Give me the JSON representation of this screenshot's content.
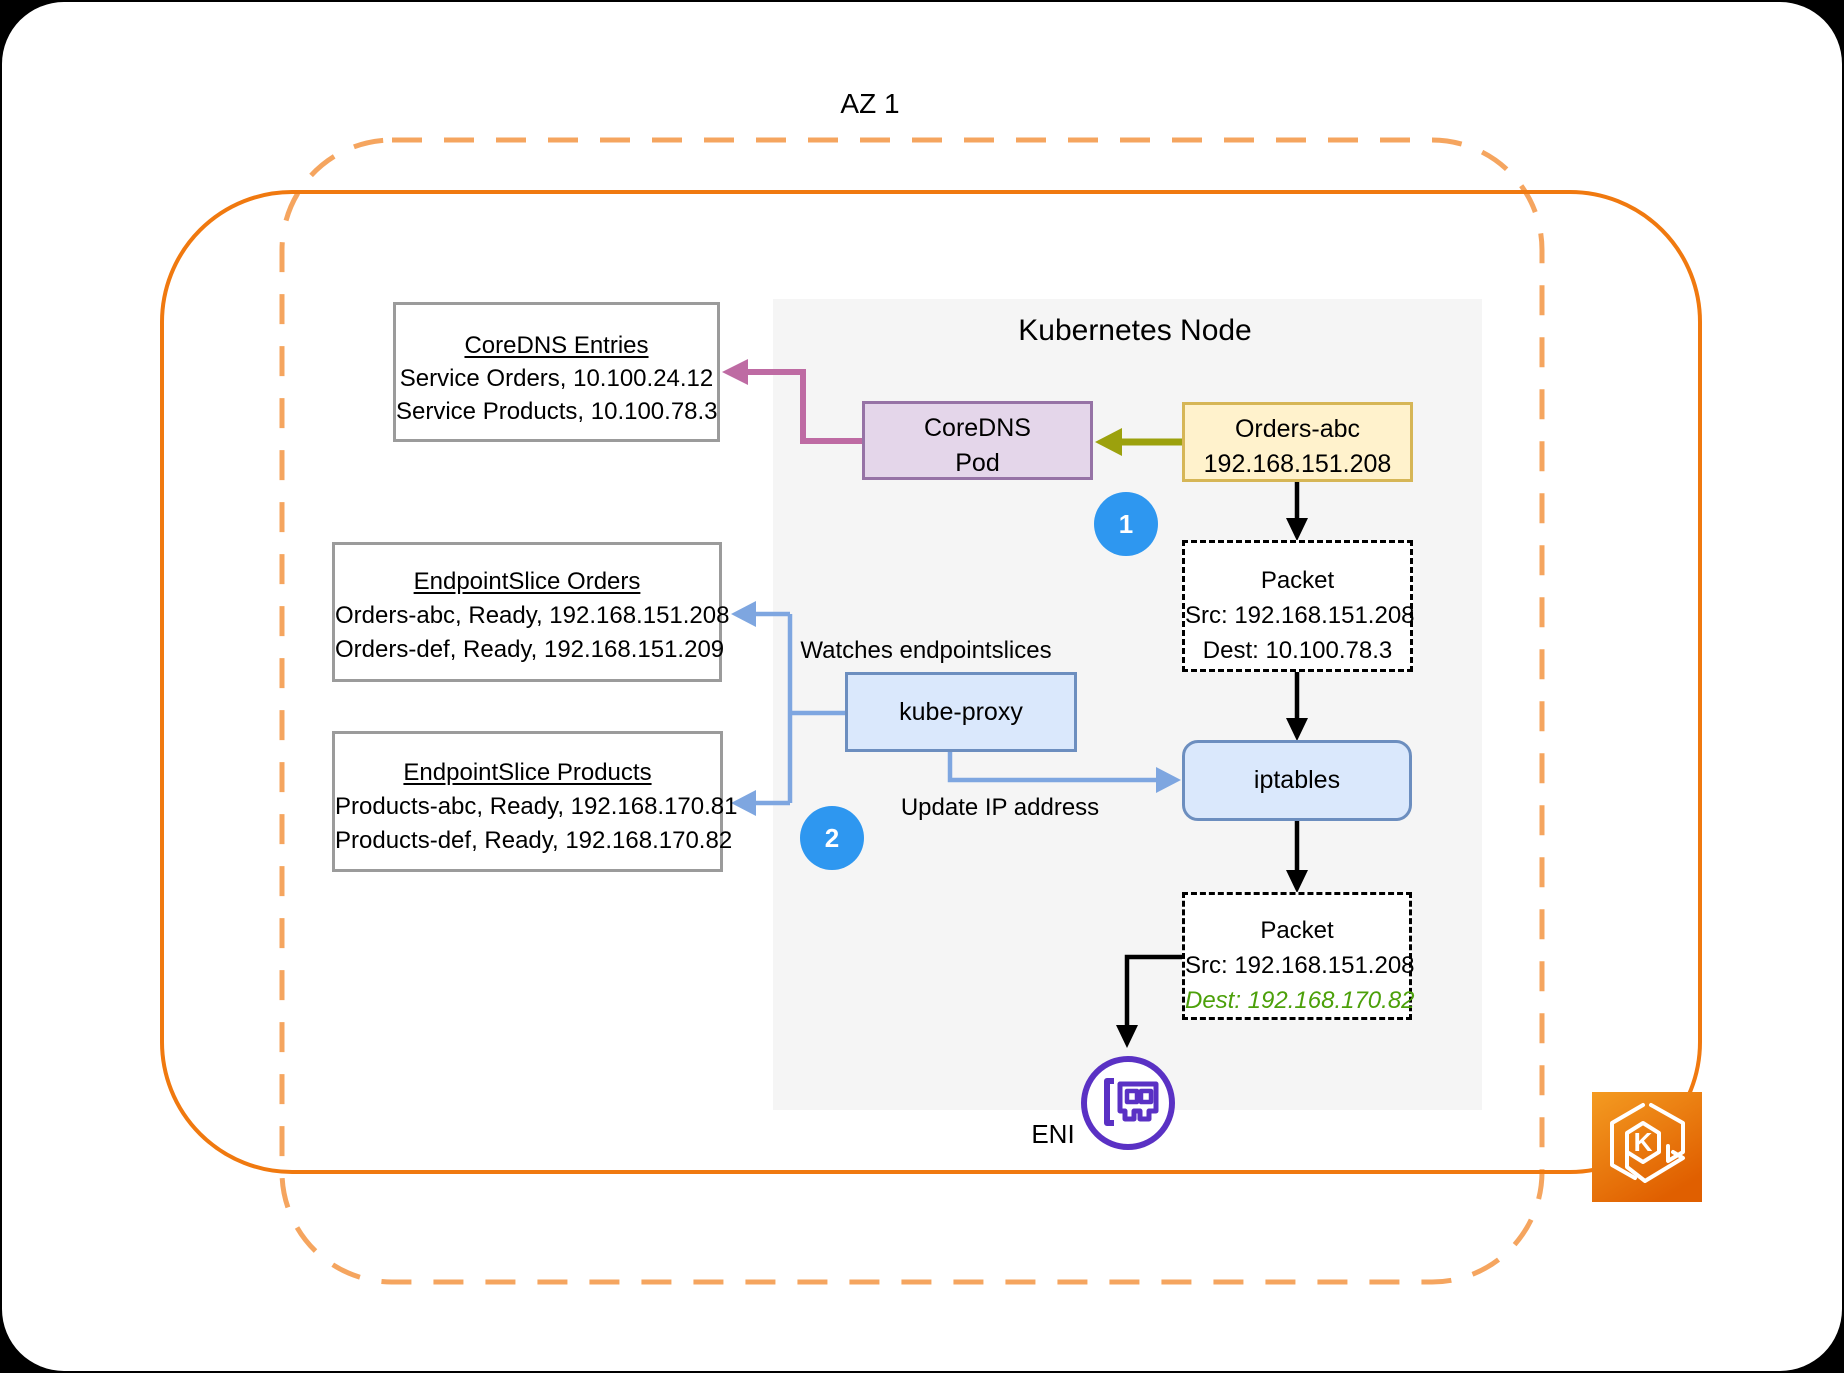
{
  "az": {
    "label": "AZ 1"
  },
  "node": {
    "title": "Kubernetes Node"
  },
  "coredns_entries": {
    "title": "CoreDNS Entries",
    "rows": [
      "Service Orders, 10.100.24.12",
      "Service Products, 10.100.78.3"
    ]
  },
  "endpointslice_orders": {
    "title": "EndpointSlice Orders",
    "rows": [
      "Orders-abc, Ready, 192.168.151.208",
      "Orders-def, Ready, 192.168.151.209"
    ]
  },
  "endpointslice_products": {
    "title": "EndpointSlice Products",
    "rows": [
      "Products-abc, Ready, 192.168.170.81",
      "Products-def, Ready, 192.168.170.82"
    ]
  },
  "coredns_pod": {
    "line1": "CoreDNS",
    "line2": "Pod"
  },
  "orders_pod": {
    "line1": "Orders-abc",
    "line2": "192.168.151.208"
  },
  "packet_dns": {
    "title": "Packet",
    "src": "Src: 192.168.151.208",
    "dest": "Dest: 10.100.78.3"
  },
  "packet_rewritten": {
    "title": "Packet",
    "src": "Src: 192.168.151.208",
    "dest": "Dest: 192.168.170.82"
  },
  "kube_proxy": {
    "label": "kube-proxy"
  },
  "iptables": {
    "label": "iptables"
  },
  "annotations": {
    "watches": "Watches endpointslices",
    "update_ip": "Update IP address"
  },
  "steps": {
    "one": "1",
    "two": "2"
  },
  "eni": {
    "label": "ENI"
  },
  "eks": {
    "letter": "K"
  },
  "colors": {
    "orange_solid": "#F0790F",
    "orange_dashed": "#F5A55F",
    "pink_arrow": "#BE6BA3",
    "olive_arrow": "#9CA10D",
    "blue_arrow": "#7EA6E0",
    "badge_blue": "#2E97F0",
    "green_dest": "#4CA00A",
    "eni_purple": "#5A31C4",
    "node_panel_gray": "#F5F5F5"
  }
}
